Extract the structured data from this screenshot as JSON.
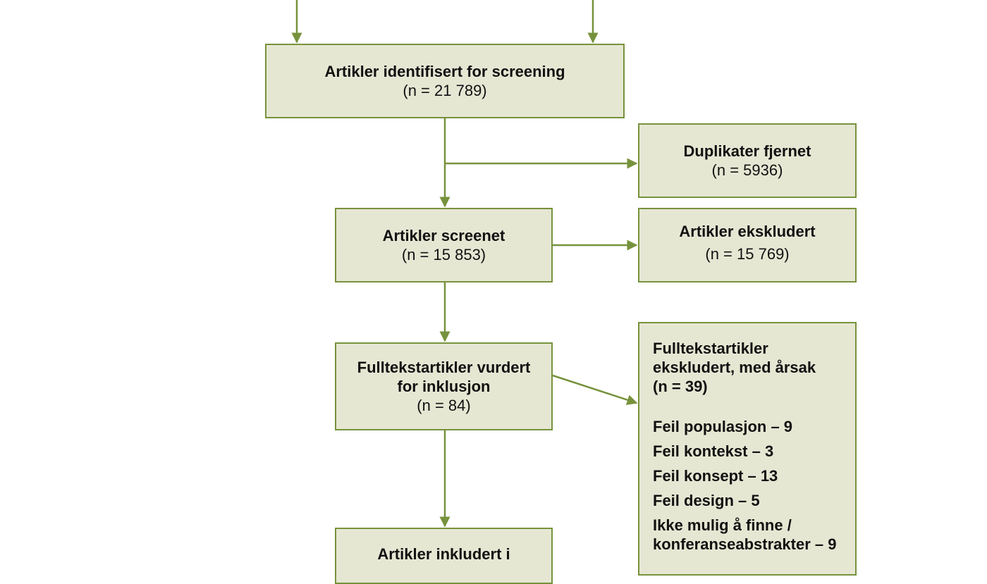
{
  "colors": {
    "box_fill": "#e6e7d3",
    "box_border": "#77923c",
    "arrow": "#77923c"
  },
  "flow": {
    "identified": {
      "title": "Artikler identifisert for screening",
      "count": "(n = 21 789)"
    },
    "duplicates": {
      "title": "Duplikater fjernet",
      "count": "(n = 5936)"
    },
    "screened": {
      "title": "Artikler screenet",
      "count": "(n = 15 853)"
    },
    "excluded": {
      "title": "Artikler ekskludert",
      "count": "(n = 15 769)"
    },
    "fulltext": {
      "title_line1": "Fulltekstartikler vurdert",
      "title_line2": "for inklusjon",
      "count": "(n = 84)"
    },
    "fulltext_excluded": {
      "title_line1": "Fulltekstartikler",
      "title_line2": "ekskludert, med årsak",
      "count": "(n = 39)",
      "reasons": [
        "Feil populasjon – 9",
        "Feil kontekst – 3",
        "Feil konsept – 13",
        "Feil design – 5",
        "Ikke mulig å finne /",
        "konferanseabstrakter – 9"
      ]
    },
    "included": {
      "title": "Artikler inkludert i"
    }
  }
}
